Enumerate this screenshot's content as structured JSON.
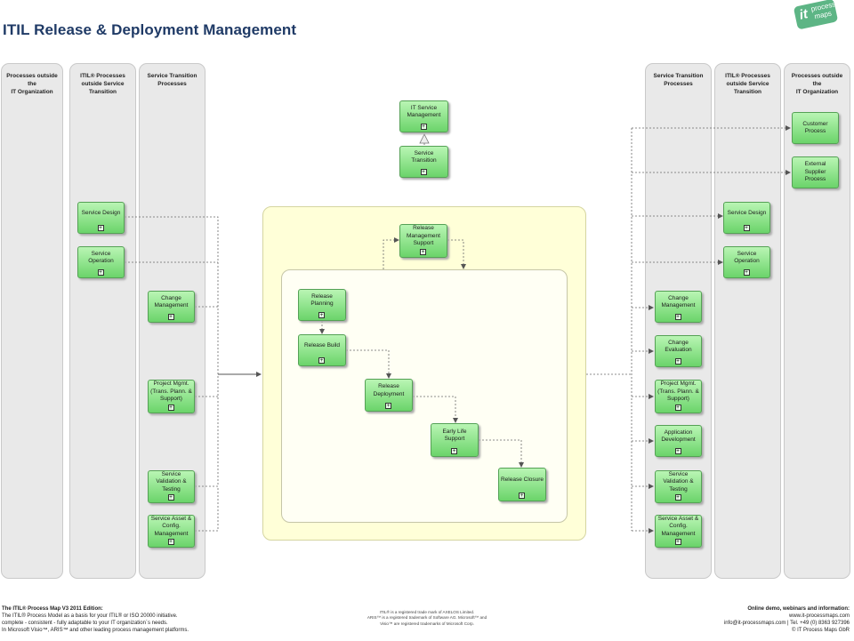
{
  "title": "ITIL Release & Deployment Management",
  "logo": {
    "it": "it",
    "line1": "process",
    "line2": "maps"
  },
  "lanes": [
    {
      "label": "Processes outside\nthe\nIT Organization"
    },
    {
      "label": "ITIL® Processes\noutside Service\nTransition"
    },
    {
      "label": "Service Transition\nProcesses"
    },
    {
      "label": "Service Transition\nProcesses"
    },
    {
      "label": "ITIL® Processes\noutside Service\nTransition"
    },
    {
      "label": "Processes outside\nthe\nIT Organization"
    }
  ],
  "nodes": {
    "itsm": "IT Service\nManagement",
    "service_transition": "Service\nTransition",
    "left_service_design": "Service Design",
    "left_service_operation": "Service\nOperation",
    "left_change_mgmt": "Change\nManagement",
    "left_project_mgmt": "Project Mgmt.\n(Trans. Plann. &\nSupport)",
    "left_validation": "Service\nValidation &\nTesting",
    "left_asset_config": "Service Asset &\nConfig.\nManagement",
    "release_mgmt_support": "Release\nManagement\nSupport",
    "release_planning": "Release\nPlanning",
    "release_build": "Release Build",
    "release_deployment": "Release\nDeployment",
    "early_life_support": "Early Life\nSupport",
    "release_closure": "Release Closure",
    "customer_process": "Customer\nProcess",
    "external_supplier": "External\nSupplier Process",
    "right_service_design": "Service Design",
    "right_service_operation": "Service\nOperation",
    "right_change_mgmt": "Change\nManagement",
    "right_change_eval": "Change\nEvaluation",
    "right_project_mgmt": "Project Mgmt.\n(Trans. Plann. &\nSupport)",
    "right_app_dev": "Application\nDevelopment",
    "right_validation": "Service\nValidation &\nTesting",
    "right_asset_config": "Service Asset &\nConfig.\nManagement"
  },
  "plus_symbol": "+",
  "footer": {
    "left_title": "The ITIL® Process Map V3 2011 Edition:",
    "left_body": "The ITIL® Process Model as a basis for your ITIL® or ISO 20000 initiative.\ncomplete - consistent - fully adaptable to your IT organization´s needs.\nIn Microsoft Visio™, ARIS™ and other leading process management platforms.",
    "center": "ITIL® is a registered trade mark of AXELOS Limited.\nARIS™ is a registered trademark of Software AG. Microsoft™ and\nVisio™ are registered trademarks of Microsoft Corp.",
    "right_title": "Online demo, webinars and information:",
    "right_body": "www.it-processmaps.com\ninfo@it-processmaps.com | Tel. +49 (0) 8363 927396\n© IT Process Maps GbR"
  }
}
